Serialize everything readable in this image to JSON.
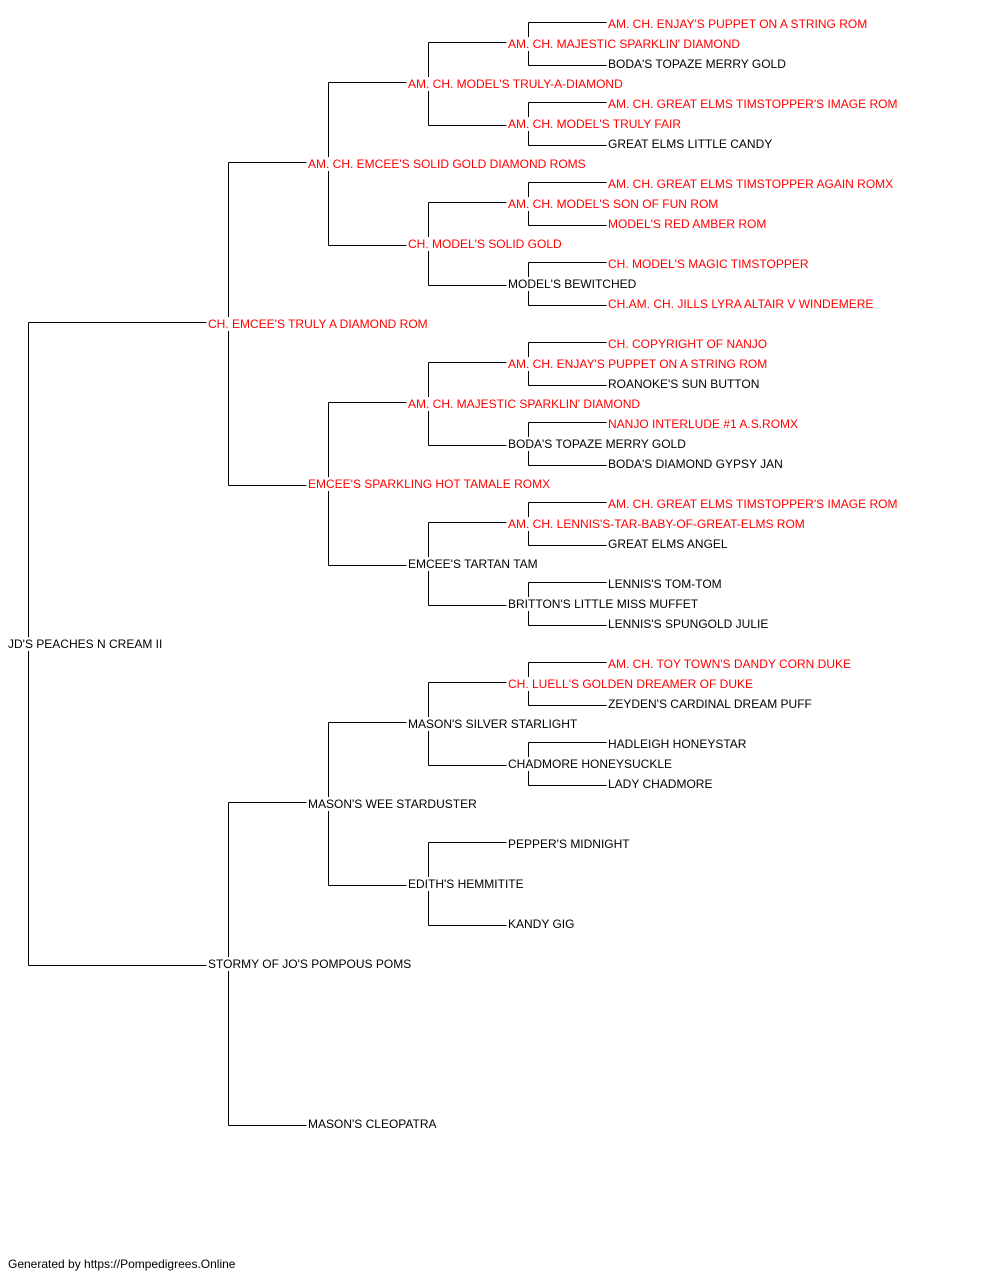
{
  "pedigree": {
    "accent_color": "#ff0000",
    "subject": {
      "name": "JD'S PEACHES N CREAM II",
      "champion": false
    },
    "sire": {
      "name": "CH. EMCEE'S TRULY A DIAMOND ROM",
      "champion": true
    },
    "dam": {
      "name": "STORMY OF JO'S POMPOUS POMS",
      "champion": false
    },
    "sire_sire": {
      "name": "AM. CH. EMCEE'S SOLID GOLD DIAMOND ROMS",
      "champion": true
    },
    "sire_dam": {
      "name": "EMCEE'S SPARKLING HOT TAMALE ROMX",
      "champion": true
    },
    "dam_sire": {
      "name": "MASON'S WEE STARDUSTER",
      "champion": false
    },
    "dam_dam": {
      "name": "MASON'S CLEOPATRA",
      "champion": false
    },
    "g3": {
      "ss_s": {
        "name": "AM. CH. MODEL'S TRULY-A-DIAMOND",
        "champion": true
      },
      "ss_d": {
        "name": "CH. MODEL'S SOLID GOLD",
        "champion": true
      },
      "sd_s": {
        "name": "AM. CH. MAJESTIC SPARKLIN' DIAMOND",
        "champion": true
      },
      "sd_d": {
        "name": "EMCEE'S TARTAN TAM",
        "champion": false
      },
      "ds_s": {
        "name": "MASON'S SILVER STARLIGHT",
        "champion": false
      },
      "ds_d": {
        "name": "EDITH'S HEMMITITE",
        "champion": false
      }
    },
    "g4": {
      "sss_s": {
        "name": "AM. CH. MAJESTIC SPARKLIN' DIAMOND",
        "champion": true
      },
      "sss_d": {
        "name": "AM. CH. MODEL'S TRULY FAIR",
        "champion": true
      },
      "ssd_s": {
        "name": "AM. CH. MODEL'S SON OF FUN ROM",
        "champion": true
      },
      "ssd_d": {
        "name": "MODEL'S BEWITCHED",
        "champion": false
      },
      "sds_s": {
        "name": "AM. CH. ENJAY'S PUPPET ON A STRING ROM",
        "champion": true
      },
      "sds_d": {
        "name": "BODA'S TOPAZE MERRY GOLD",
        "champion": false
      },
      "sdd_s": {
        "name": "AM. CH. LENNIS'S-TAR-BABY-OF-GREAT-ELMS ROM",
        "champion": true
      },
      "sdd_d": {
        "name": "BRITTON'S LITTLE MISS MUFFET",
        "champion": false
      },
      "dss_s": {
        "name": "CH. LUELL'S GOLDEN DREAMER OF DUKE",
        "champion": true
      },
      "dss_d": {
        "name": "CHADMORE HONEYSUCKLE",
        "champion": false
      },
      "dsd_s": {
        "name": "PEPPER'S MIDNIGHT",
        "champion": false
      },
      "dsd_d": {
        "name": "KANDY GIG",
        "champion": false
      }
    },
    "g5": {
      "ssss_s": {
        "name": "AM. CH. ENJAY'S PUPPET ON A STRING ROM",
        "champion": true
      },
      "ssss_d": {
        "name": "BODA'S TOPAZE MERRY GOLD",
        "champion": false
      },
      "sssd_s": {
        "name": "AM. CH. GREAT ELMS TIMSTOPPER'S IMAGE ROM",
        "champion": true
      },
      "sssd_d": {
        "name": "GREAT ELMS LITTLE CANDY",
        "champion": false
      },
      "ssds_s": {
        "name": "AM. CH. GREAT ELMS TIMSTOPPER AGAIN ROMX",
        "champion": true
      },
      "ssds_d": {
        "name": "MODEL'S RED AMBER ROM",
        "champion": true
      },
      "ssdd_s": {
        "name": "CH. MODEL'S MAGIC TIMSTOPPER",
        "champion": true
      },
      "ssdd_d": {
        "name": "CH.AM. CH. JILLS LYRA ALTAIR V WINDEMERE",
        "champion": true
      },
      "sdss_s": {
        "name": "CH. COPYRIGHT OF NANJO",
        "champion": true
      },
      "sdss_d": {
        "name": "ROANOKE'S SUN BUTTON",
        "champion": false
      },
      "sdsd_s": {
        "name": "NANJO INTERLUDE #1 A.S.ROMX",
        "champion": true
      },
      "sdsd_d": {
        "name": "BODA'S DIAMOND GYPSY JAN",
        "champion": false
      },
      "sdds_s": {
        "name": "AM. CH. GREAT ELMS TIMSTOPPER'S IMAGE ROM",
        "champion": true
      },
      "sdds_d": {
        "name": "GREAT ELMS ANGEL",
        "champion": false
      },
      "sddd_s": {
        "name": "LENNIS'S TOM-TOM",
        "champion": false
      },
      "sddd_d": {
        "name": "LENNIS'S SPUNGOLD JULIE",
        "champion": false
      },
      "dsss_s": {
        "name": "AM. CH. TOY TOWN'S DANDY CORN DUKE",
        "champion": true
      },
      "dsss_d": {
        "name": "ZEYDEN'S CARDINAL DREAM PUFF",
        "champion": false
      },
      "dssd_s": {
        "name": "HADLEIGH HONEYSTAR",
        "champion": false
      },
      "dssd_d": {
        "name": "LADY CHADMORE",
        "champion": false
      }
    }
  },
  "footer": {
    "text": "Generated by https://Pompedigrees.Online"
  }
}
